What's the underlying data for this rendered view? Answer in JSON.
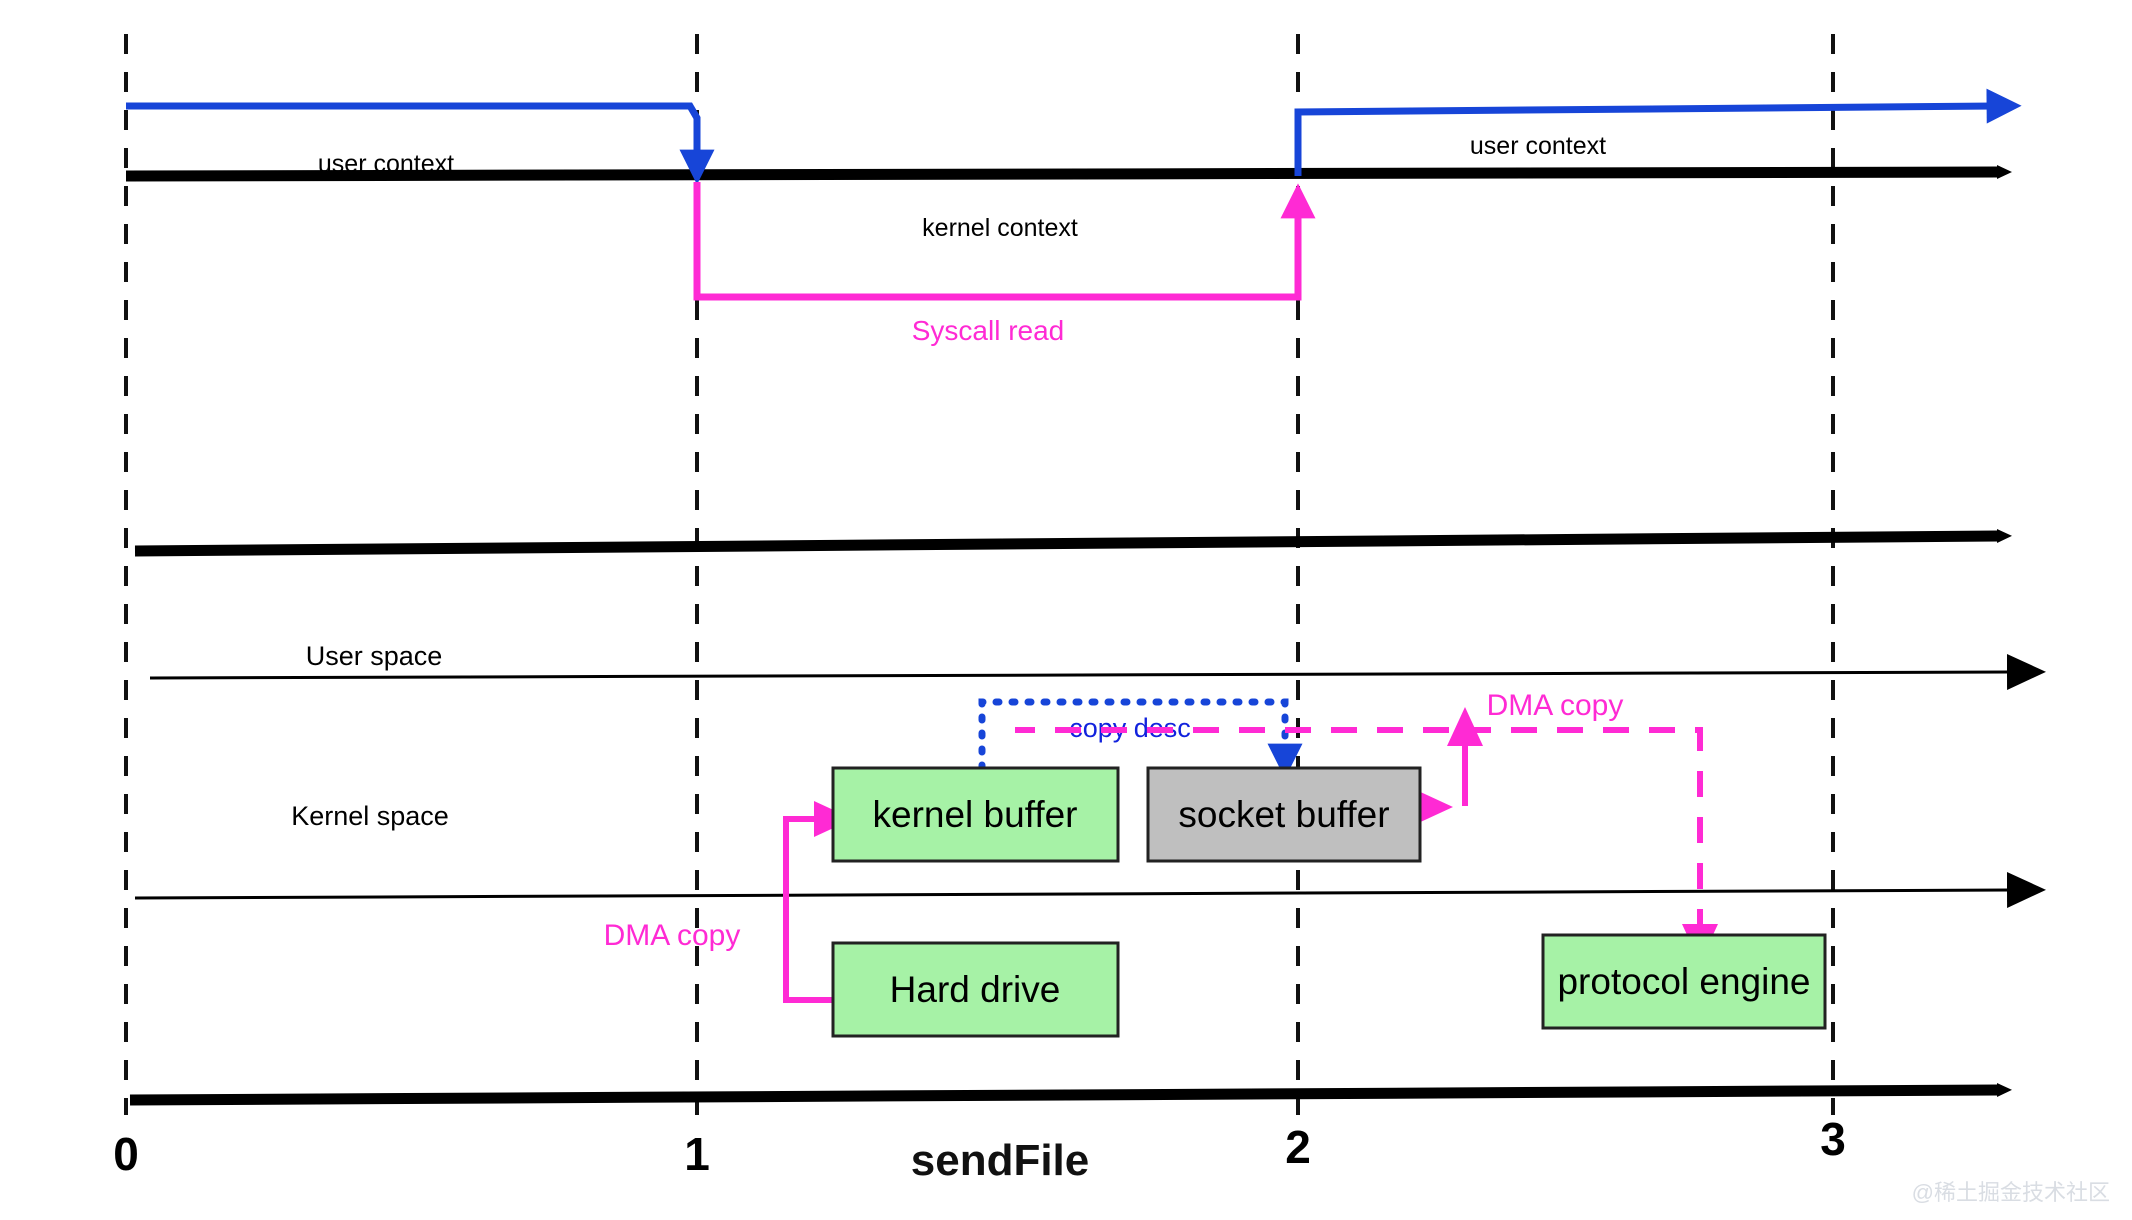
{
  "diagram": {
    "title_axis_label": "sendFile",
    "watermark": "@稀土掘金技术社区",
    "colors": {
      "blue": "#1745d8",
      "magenta": "#ff2ad4",
      "green_box": "#a6f2a6",
      "gray_box": "#bfbfbf",
      "black": "#000000",
      "watermark": "#dde1e6"
    },
    "context_labels": {
      "user_context_left": "user context",
      "user_context_right": "user context",
      "kernel_context": "kernel context",
      "syscall": "Syscall read"
    },
    "space_labels": {
      "user_space": "User space",
      "kernel_space": "Kernel  space"
    },
    "boxes": [
      {
        "id": "kernel-buffer",
        "label": "kernel buffer",
        "fill": "#a6f2a6"
      },
      {
        "id": "socket-buffer",
        "label": "socket buffer",
        "fill": "#bfbfbf"
      },
      {
        "id": "hard-drive",
        "label": "Hard drive",
        "fill": "#a6f2a6"
      },
      {
        "id": "protocol-engine",
        "label": "protocol engine",
        "fill": "#a6f2a6"
      }
    ],
    "arrow_labels": {
      "dma_copy_lower": "DMA copy",
      "dma_copy_upper": "DMA copy",
      "copy_desc": "copy desc"
    },
    "axis": {
      "ticks": [
        "0",
        "1",
        "2",
        "3"
      ],
      "tick_x": [
        126,
        697,
        1298,
        1833
      ]
    }
  }
}
